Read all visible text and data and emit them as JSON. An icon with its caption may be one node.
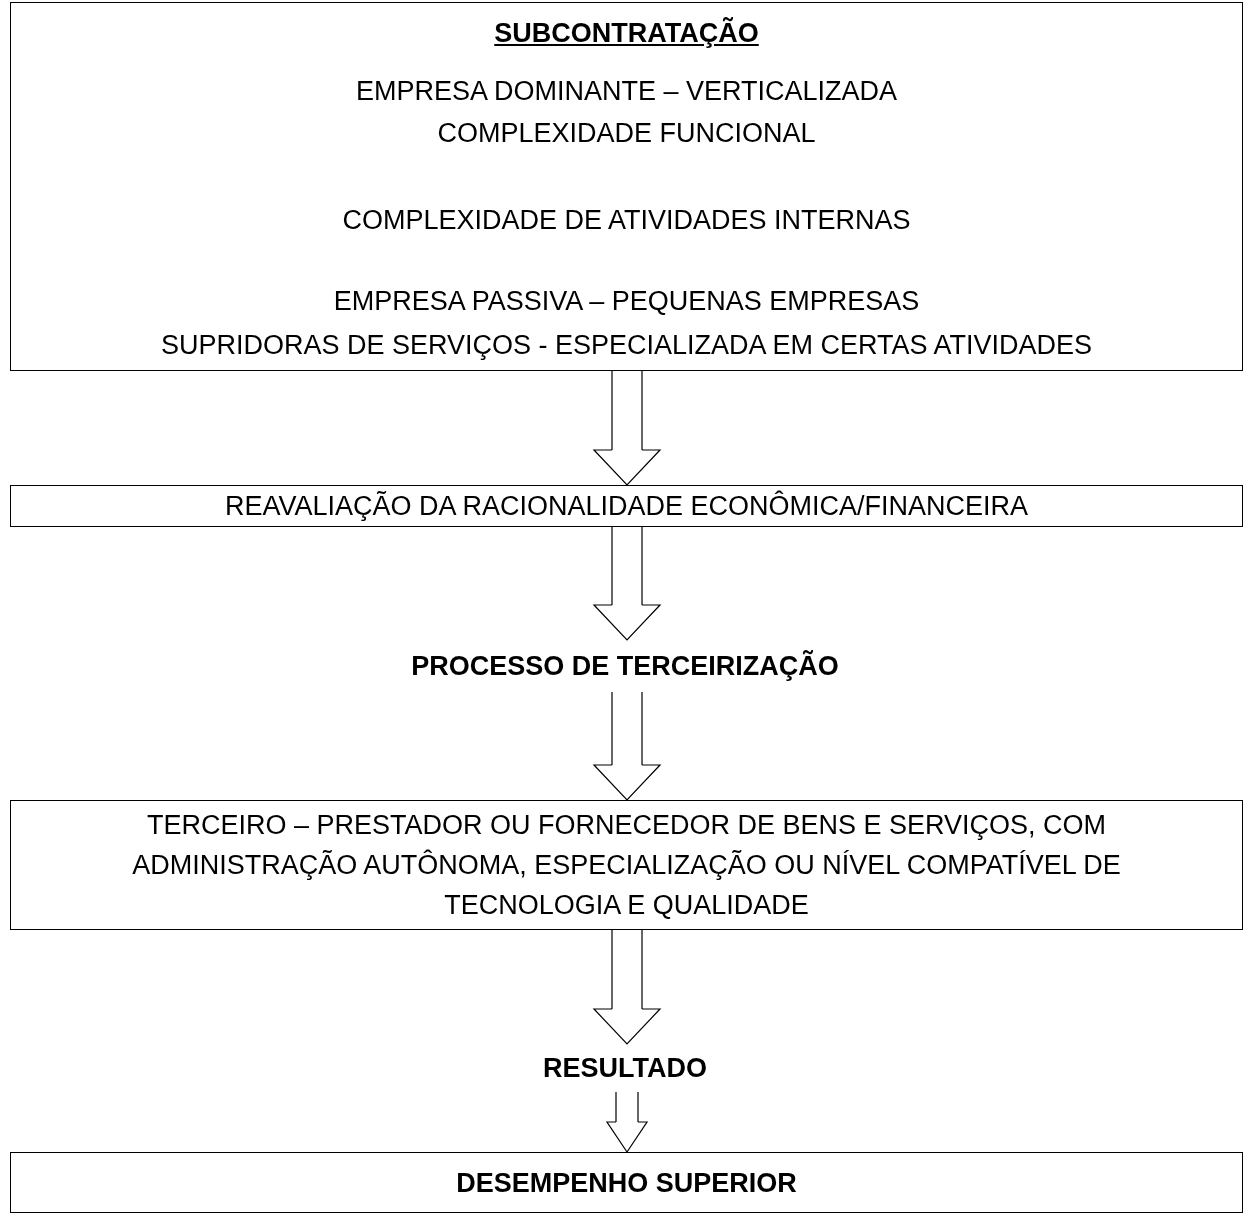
{
  "diagram": {
    "nodes": [
      {
        "text": [
          "SUBCONTRATAÇÃO",
          "EMPRESA DOMINANTE – VERTICALIZADA",
          "COMPLEXIDADE FUNCIONAL",
          "COMPLEXIDADE DE ATIVIDADES INTERNAS",
          "EMPRESA PASSIVA – PEQUENAS EMPRESAS",
          "SUPRIDORAS DE SERVIÇOS - ESPECIALIZADA EM CERTAS ATIVIDADES"
        ]
      },
      {
        "text": [
          "REAVALIAÇÃO DA RACIONALIDADE ECONÔMICA/FINANCEIRA"
        ]
      },
      {
        "text": [
          "PROCESSO DE TERCEIRIZAÇÃO"
        ]
      },
      {
        "text": [
          "TERCEIRO – PRESTADOR OU FORNECEDOR DE BENS E SERVIÇOS, COM ADMINISTRAÇÃO AUTÔNOMA, ESPECIALIZAÇÃO OU NÍVEL COMPATÍVEL DE TECNOLOGIA E QUALIDADE"
        ]
      },
      {
        "text": [
          "RESULTADO"
        ]
      },
      {
        "text": [
          "DESEMPENHO SUPERIOR"
        ]
      }
    ],
    "edges": [
      {
        "from": 0,
        "to": 1,
        "arrow": "to"
      },
      {
        "from": 1,
        "to": 2,
        "arrow": "to"
      },
      {
        "from": 2,
        "to": 3,
        "arrow": "to"
      },
      {
        "from": 3,
        "to": 4,
        "arrow": "to"
      },
      {
        "from": 4,
        "to": 5,
        "arrow": "to"
      }
    ]
  }
}
